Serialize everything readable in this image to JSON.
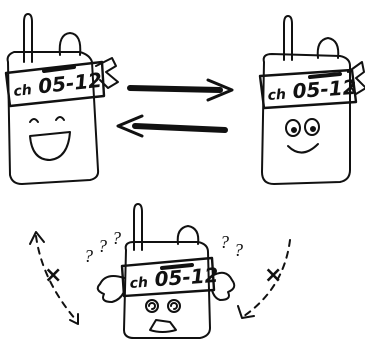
{
  "illustration": {
    "top_left_radio": {
      "channel_prefix": "ch",
      "channel_code": "05-12",
      "face": "happy"
    },
    "top_right_radio": {
      "channel_prefix": "ch",
      "channel_code": "05-12",
      "face": "smiling"
    },
    "bottom_radio": {
      "channel_prefix": "ch",
      "channel_code": "05-12",
      "face": "confused"
    },
    "question_marks": [
      "?",
      "?",
      "?",
      "?",
      "?"
    ],
    "cross_marks": [
      "×",
      "×"
    ]
  }
}
